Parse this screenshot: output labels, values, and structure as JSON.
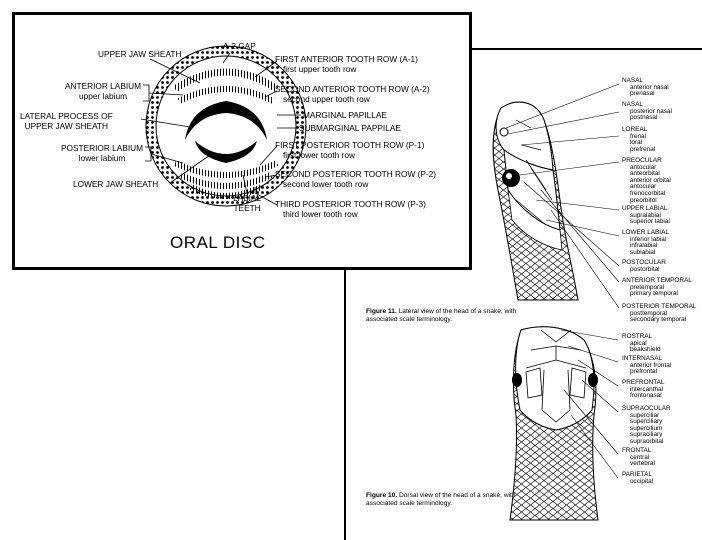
{
  "oral_disc": {
    "title": "ORAL DISC",
    "labels": {
      "upper_jaw_sheath": "UPPER JAW SHEATH",
      "a2_gap": "A-2 GAP",
      "a1_title": "FIRST ANTERIOR TOOTH ROW (A-1)",
      "a1_sub": "first upper tooth row",
      "anterior_labium_title": "ANTERIOR LABIUM",
      "anterior_labium_sub": "upper labium",
      "a2_title": "SECOND ANTERIOR TOOTH ROW (A-2)",
      "a2_sub": "second upper tooth row",
      "lateral_process_1": "LATERAL PROCESS OF",
      "lateral_process_2": "UPPER JAW SHEATH",
      "marginal_papillae": "MARGINAL PAPILLAE",
      "submarginal_papillae": "SUBMARGINAL PAPPILAE",
      "posterior_labium_title": "POSTERIOR LABIUM",
      "posterior_labium_sub": "lower labium",
      "p1_title": "FIRST POSTERIOR TOOTH ROW (P-1)",
      "p1_sub": "first lower tooth row",
      "p2_title": "SECOND POSTERIOR TOOTH ROW (P-2)",
      "p2_sub": "second lower tooth row",
      "lower_jaw_sheath": "LOWER JAW SHEATH",
      "labial_teeth_1": "LABIAL",
      "labial_teeth_2": "TEETH",
      "p3_title": "THIRD POSTERIOR TOOTH ROW (P-3)",
      "p3_sub": "third lower tooth row"
    }
  },
  "lateral_view": {
    "labels": [
      {
        "title": "NASAL",
        "sub": [
          "anterior nasal",
          "prenasal"
        ]
      },
      {
        "title": "NASAL",
        "sub": [
          "posterior nasal",
          "postnasal"
        ]
      },
      {
        "title": "LOREAL",
        "sub": [
          "frenal",
          "loral",
          "prefrenal"
        ]
      },
      {
        "title": "PREOCULAR",
        "sub": [
          "antocular",
          "anteorbital",
          "anterior orbital",
          "antocular",
          "frenocorbital",
          "preorbitol"
        ]
      },
      {
        "title": "UPPER LABIAL",
        "sub": [
          "supralabial",
          "superior labial"
        ]
      },
      {
        "title": "LOWER LABIAL",
        "sub": [
          "inferior labial",
          "infralabial",
          "sublabial"
        ]
      },
      {
        "title": "POSTOCULAR",
        "sub": [
          "postorbital"
        ]
      },
      {
        "title": "ANTERIOR TEMPORAL",
        "sub": [
          "pretemporal",
          "primary temporal"
        ]
      },
      {
        "title": "POSTERIOR TEMPORAL",
        "sub": [
          "posttemporal",
          "secondary temporal"
        ]
      }
    ],
    "caption_bold": "Figure 11.",
    "caption_text": " Lateral view of the head of a snake, with associated scale terminology."
  },
  "dorsal_view": {
    "labels": [
      {
        "title": "ROSTRAL",
        "sub": [
          "apical",
          "beakshield"
        ]
      },
      {
        "title": "INTERNASAL",
        "sub": [
          "anterior frontal",
          "prefrontal"
        ]
      },
      {
        "title": "PREFRONTAL",
        "sub": [
          "intercanthal",
          "frontonasal"
        ]
      },
      {
        "title": "SUPRAOCULAR",
        "sub": [
          "superciliar",
          "superciliary",
          "supercilium",
          "supraciliary",
          "supraorbital"
        ]
      },
      {
        "title": "FRONTAL",
        "sub": [
          "central",
          "vertebral"
        ]
      },
      {
        "title": "PARIETAL",
        "sub": [
          "occipital"
        ]
      }
    ],
    "caption_bold": "Figure 10.",
    "caption_text": " Dorsal view of the head of a snake, with associated scale terminology."
  }
}
